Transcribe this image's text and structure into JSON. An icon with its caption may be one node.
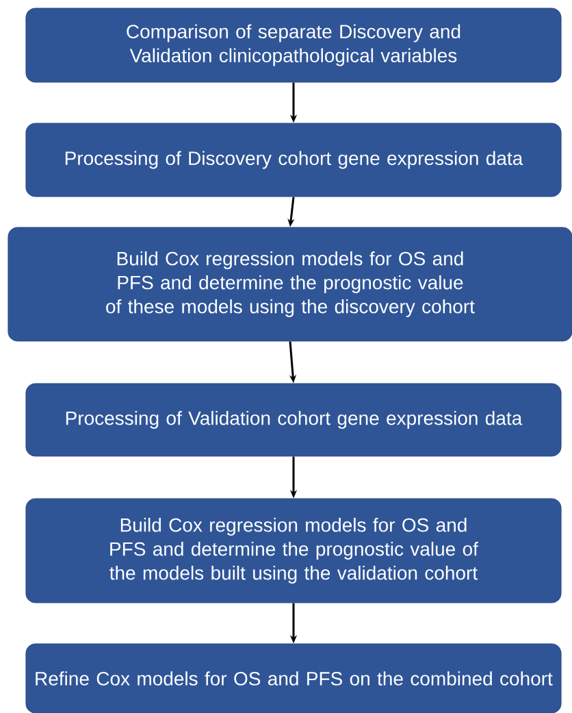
{
  "diagram": {
    "nodes": [
      {
        "text": [
          "Comparison of separate Discovery and Validation clinicopathological variables"
        ]
      },
      {
        "text": [
          "Processing of Discovery cohort gene expression data"
        ]
      },
      {
        "text": [
          "Build Cox regression models for OS and PFS and determine the prognostic value of these models using the discovery cohort"
        ]
      },
      {
        "text": [
          "Processing of Validation cohort gene expression data"
        ]
      },
      {
        "text": [
          "Build Cox regression models for OS and PFS and determine the prognostic value of the models built using the validation cohort"
        ]
      },
      {
        "text": [
          "Refine Cox models for OS and PFS on the combined cohort"
        ]
      }
    ],
    "edges": [
      {
        "from": 0,
        "to": 1,
        "arrow": "to"
      },
      {
        "from": 1,
        "to": 2,
        "arrow": "to"
      },
      {
        "from": 2,
        "to": 3,
        "arrow": "to"
      },
      {
        "from": 3,
        "to": 4,
        "arrow": "to"
      },
      {
        "from": 4,
        "to": 5,
        "arrow": "to"
      }
    ]
  }
}
